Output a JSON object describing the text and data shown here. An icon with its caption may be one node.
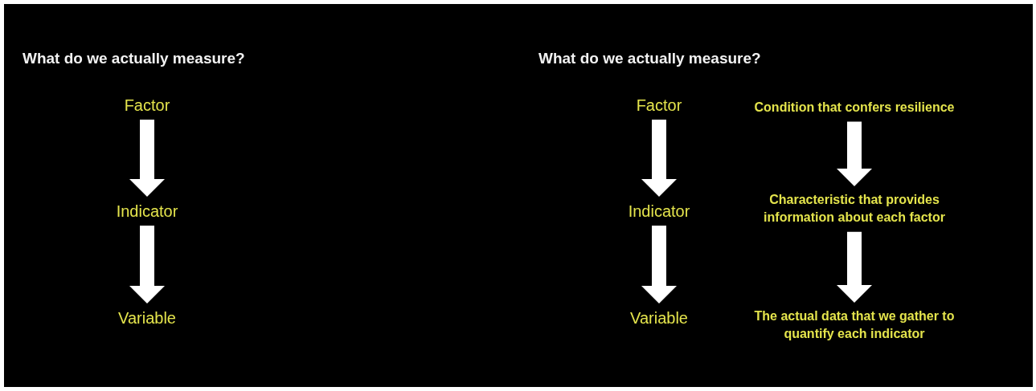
{
  "diagram": {
    "nodes": [
      {
        "text": [
          "Factor"
        ]
      },
      {
        "text": [
          "Indicator"
        ]
      },
      {
        "text": [
          "Variable"
        ]
      },
      {
        "text": [
          "Factor"
        ]
      },
      {
        "text": [
          "Condition that confers resilience"
        ]
      },
      {
        "text": [
          "Indicator"
        ]
      },
      {
        "text": [
          "Characteristic that provides information about  each factor"
        ]
      },
      {
        "text": [
          "Variable"
        ]
      },
      {
        "text": [
          "The actual data that we gather to quantify each indicator"
        ]
      }
    ],
    "edges": [
      {
        "from": 0,
        "to": 1,
        "arrow": "to"
      },
      {
        "from": 1,
        "to": 2,
        "arrow": "to"
      },
      {
        "from": 3,
        "to": 5,
        "arrow": "to"
      },
      {
        "from": 5,
        "to": 7,
        "arrow": "to"
      },
      {
        "from": 4,
        "to": 6,
        "arrow": "to"
      },
      {
        "from": 6,
        "to": 8,
        "arrow": "to"
      }
    ],
    "labels": [
      "What do we actually measure?",
      "What do we actually measure?"
    ]
  }
}
